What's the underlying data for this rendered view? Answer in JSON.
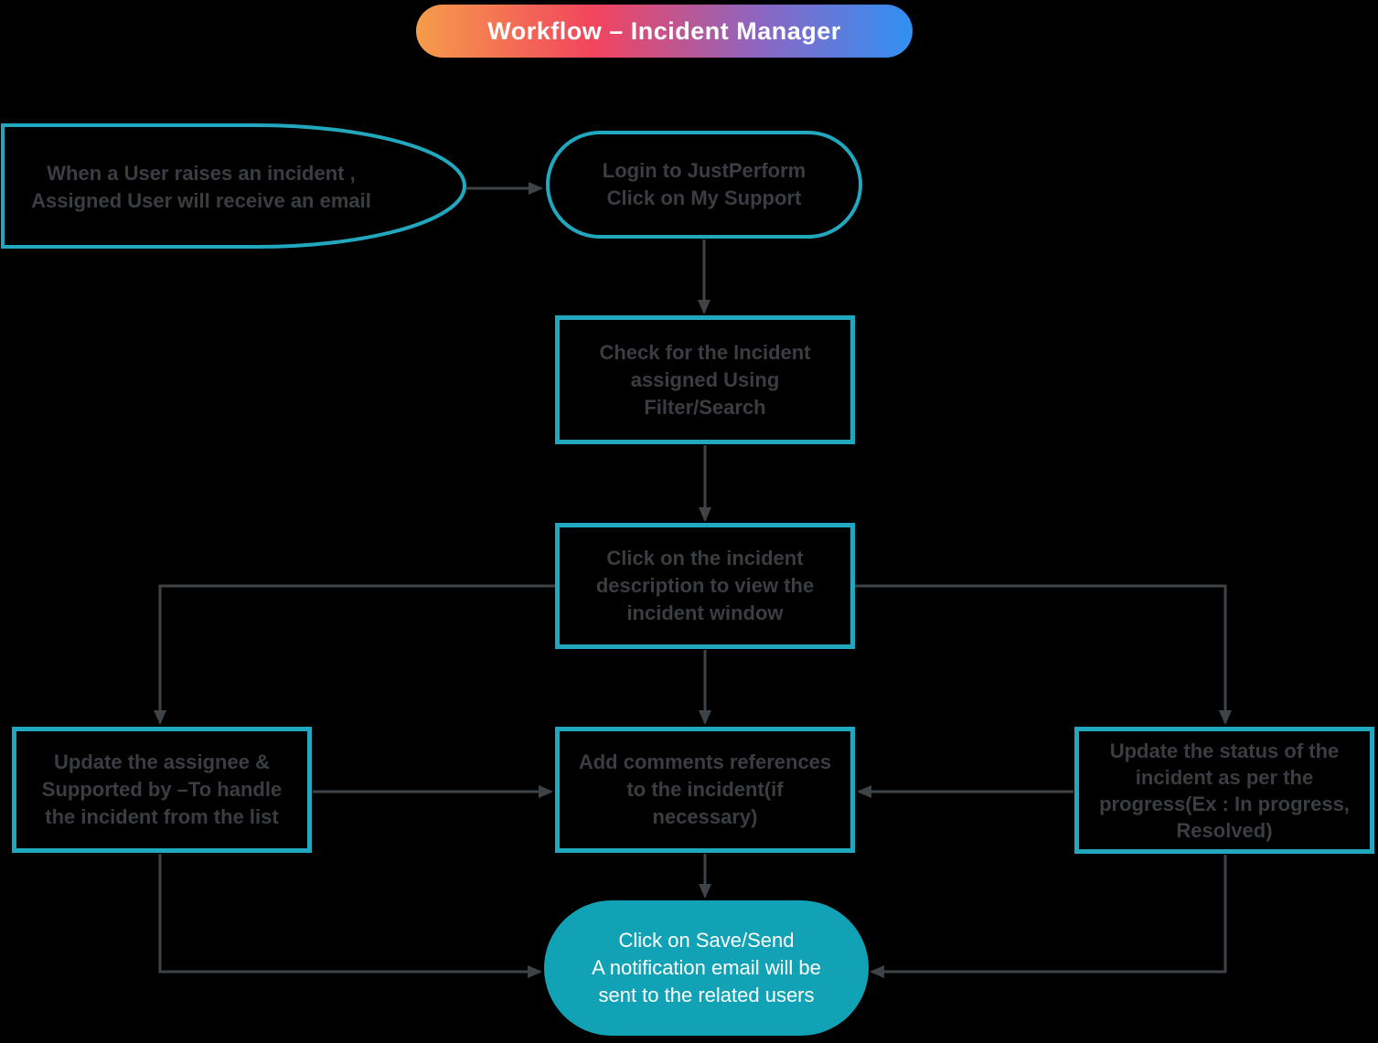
{
  "title": {
    "text": "Workflow – Incident Manager"
  },
  "colors": {
    "background": "#000000",
    "outline_teal": "#22A8BE",
    "node_fill_teal": "#12A2B6",
    "connector_gray": "#3E4347",
    "node_text_gray": "#3A3E42",
    "node_text_white": "#FFFFFF",
    "title_gradient": [
      "#F59C4A",
      "#F2445E",
      "#8A67C4",
      "#3090F2"
    ]
  },
  "nodes": {
    "trigger": {
      "shape": "delay",
      "text": "When a User raises an incident ,\nAssigned User will receive an email"
    },
    "login": {
      "shape": "stadium",
      "text": "Login to JustPerform\nClick on My Support"
    },
    "check": {
      "shape": "rect",
      "text": "Check for the Incident\nassigned Using\nFilter/Search"
    },
    "view": {
      "shape": "rect",
      "text": "Click on the incident\ndescription to view the\nincident window"
    },
    "assignee": {
      "shape": "rect",
      "text": "Update the assignee &\nSupported by –To handle\nthe incident from the list"
    },
    "comments": {
      "shape": "rect",
      "text": "Add comments references\nto the incident(if\nnecessary)"
    },
    "status": {
      "shape": "rect",
      "text": "Update the status of the\nincident as per the\nprogress(Ex : In progress,\nResolved)"
    },
    "save": {
      "shape": "stadium-filled",
      "text": "Click on Save/Send\nA notification email will be\nsent to the related users"
    }
  },
  "edges": [
    {
      "from": "trigger",
      "to": "login"
    },
    {
      "from": "login",
      "to": "check"
    },
    {
      "from": "check",
      "to": "view"
    },
    {
      "from": "view",
      "to": "assignee"
    },
    {
      "from": "view",
      "to": "comments"
    },
    {
      "from": "view",
      "to": "status"
    },
    {
      "from": "assignee",
      "to": "comments"
    },
    {
      "from": "status",
      "to": "comments"
    },
    {
      "from": "comments",
      "to": "save"
    },
    {
      "from": "assignee",
      "to": "save"
    },
    {
      "from": "status",
      "to": "save"
    }
  ]
}
